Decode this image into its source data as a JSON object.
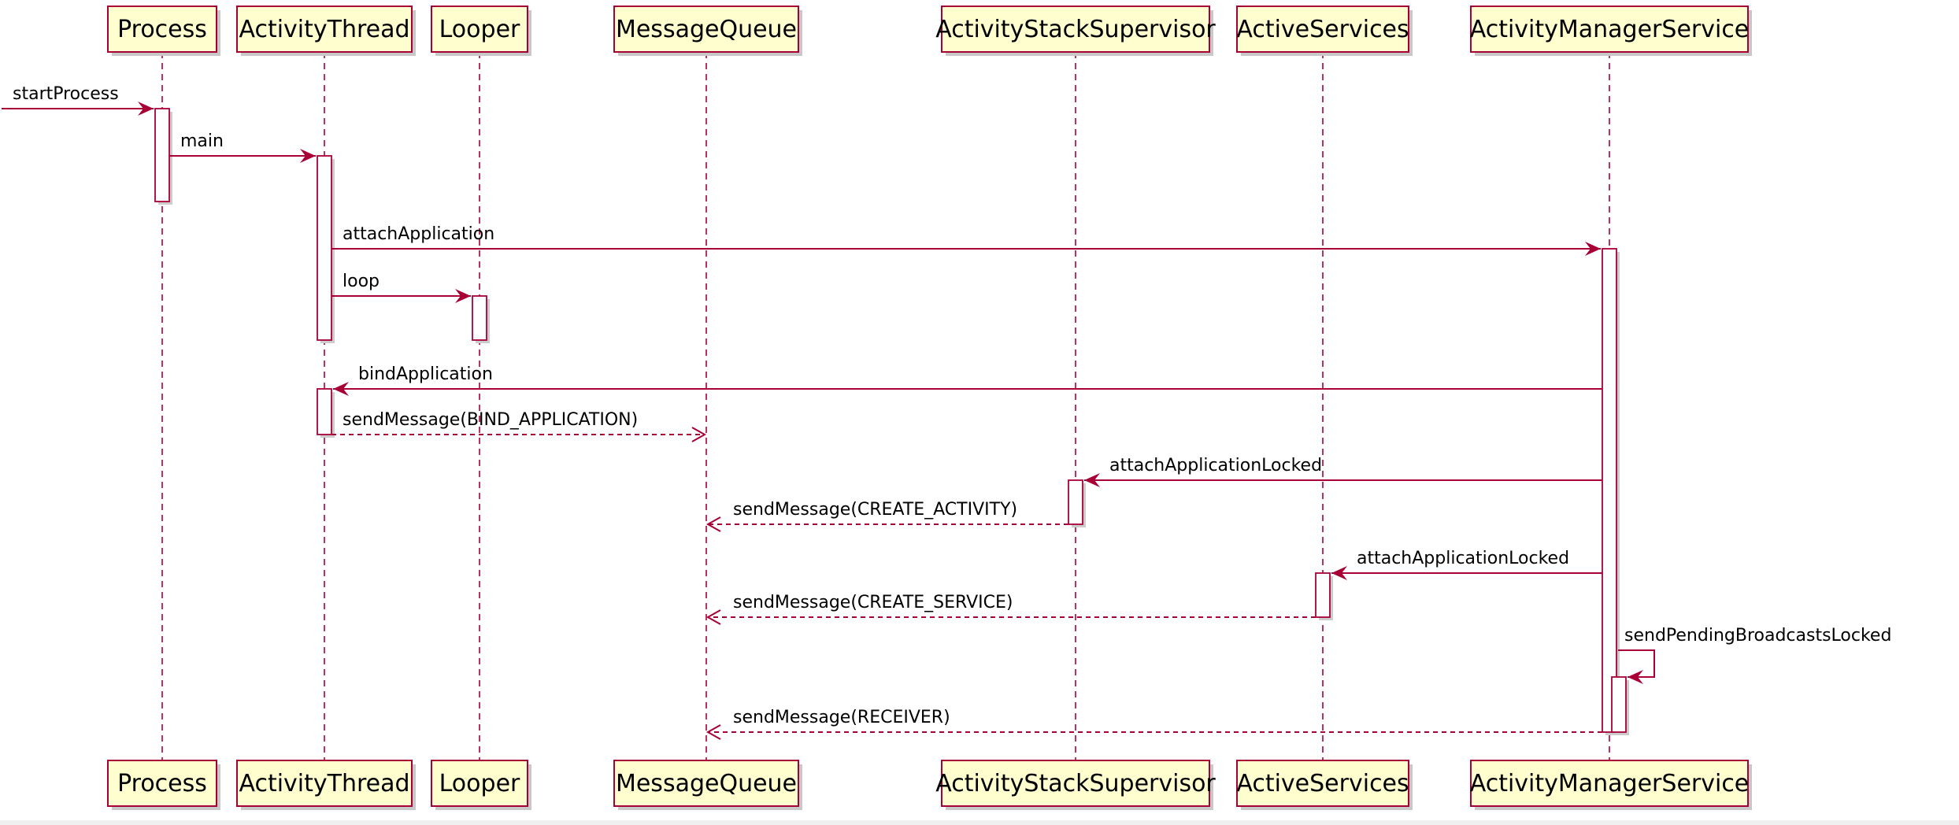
{
  "participants": [
    {
      "id": "process",
      "label": "Process"
    },
    {
      "id": "activitythread",
      "label": "ActivityThread"
    },
    {
      "id": "looper",
      "label": "Looper"
    },
    {
      "id": "messagequeue",
      "label": "MessageQueue"
    },
    {
      "id": "activitystacksupervisor",
      "label": "ActivityStackSupervisor"
    },
    {
      "id": "activeservices",
      "label": "ActiveServices"
    },
    {
      "id": "activitymanagerservice",
      "label": "ActivityManagerService"
    }
  ],
  "messages": [
    {
      "id": "m-startprocess",
      "label": "startProcess",
      "from": "external",
      "to": "process",
      "style": "solid"
    },
    {
      "id": "m-main",
      "label": "main",
      "from": "process",
      "to": "activitythread",
      "style": "solid"
    },
    {
      "id": "m-attachapplication",
      "label": "attachApplication",
      "from": "activitythread",
      "to": "activitymanagerservice",
      "style": "solid"
    },
    {
      "id": "m-loop",
      "label": "loop",
      "from": "activitythread",
      "to": "looper",
      "style": "solid"
    },
    {
      "id": "m-bindapplication",
      "label": "bindApplication",
      "from": "activitymanagerservice",
      "to": "activitythread",
      "style": "solid"
    },
    {
      "id": "m-sendmessage-bind",
      "label": "sendMessage(BIND_APPLICATION)",
      "from": "activitythread",
      "to": "messagequeue",
      "style": "dashed"
    },
    {
      "id": "m-attachapplicationlocked-1",
      "label": "attachApplicationLocked",
      "from": "activitymanagerservice",
      "to": "activitystacksupervisor",
      "style": "solid"
    },
    {
      "id": "m-sendmessage-activity",
      "label": "sendMessage(CREATE_ACTIVITY)",
      "from": "activitystacksupervisor",
      "to": "messagequeue",
      "style": "dashed"
    },
    {
      "id": "m-attachapplicationlocked-2",
      "label": "attachApplicationLocked",
      "from": "activitymanagerservice",
      "to": "activeservices",
      "style": "solid"
    },
    {
      "id": "m-sendmessage-service",
      "label": "sendMessage(CREATE_SERVICE)",
      "from": "activeservices",
      "to": "messagequeue",
      "style": "dashed"
    },
    {
      "id": "m-sendpendingbroadcasts",
      "label": "sendPendingBroadcastsLocked",
      "from": "activitymanagerservice",
      "to": "activitymanagerservice",
      "style": "solid"
    },
    {
      "id": "m-sendmessage-receiver",
      "label": "sendMessage(RECEIVER)",
      "from": "activitymanagerservice",
      "to": "messagequeue",
      "style": "dashed"
    }
  ],
  "colors": {
    "border": "#A80036",
    "box_fill": "#FEFECE",
    "text": "#000000"
  }
}
